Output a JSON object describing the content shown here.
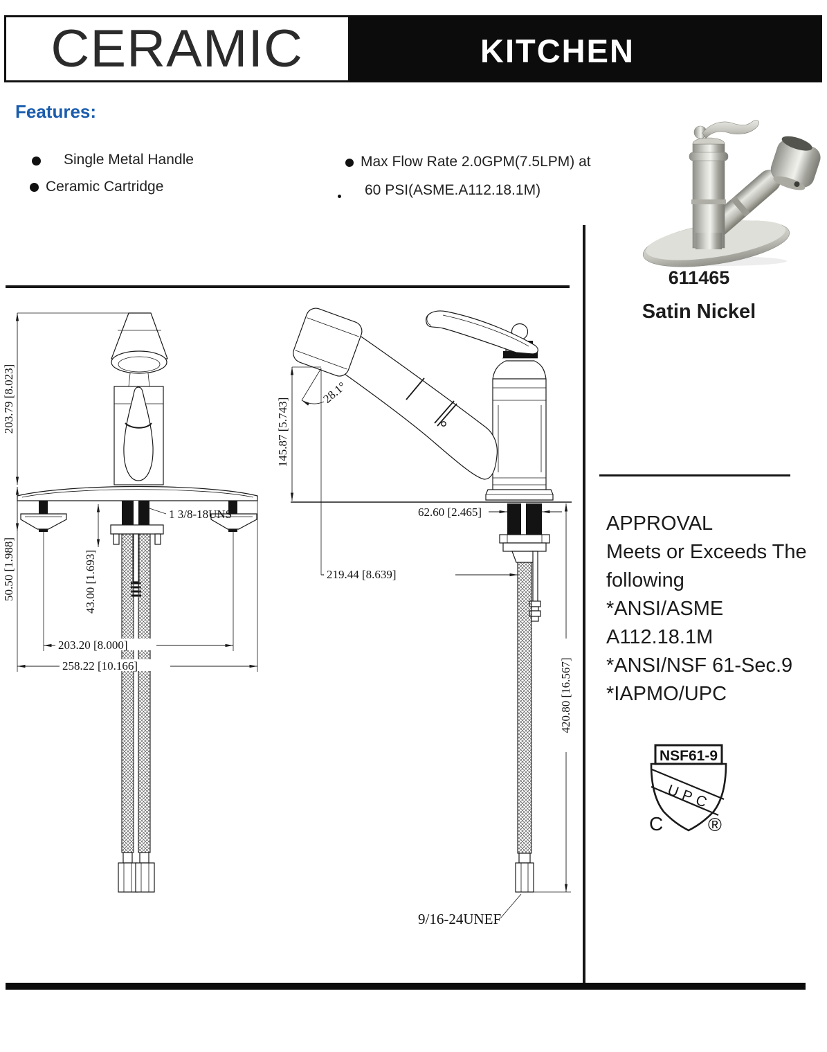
{
  "header": {
    "brand": "CERAMIC",
    "category": "KITCHEN"
  },
  "features": {
    "title": "Features:",
    "item1": "Single Metal Handle",
    "item2": "Ceramic Cartridge",
    "flow_line1": "Max Flow Rate 2.0GPM(7.5LPM) at",
    "flow_line2": "60 PSI(ASME.A112.18.1M)"
  },
  "product": {
    "model": "611465",
    "finish": "Satin Nickel"
  },
  "approval": {
    "title": "APPROVAL",
    "subtitle1": "Meets or Exceeds The",
    "subtitle2": "following",
    "std1": "*ANSI/ASME A112.18.1M",
    "std2": "*ANSI/NSF 61-Sec.9",
    "std3": "*IAPMO/UPC"
  },
  "certification": {
    "top": "NSF61-9",
    "band": "UPC",
    "left": "C",
    "right": "®"
  },
  "front_view": {
    "overall_height": "203.79 [8.023]",
    "hardware_height": "50.50 [1.988]",
    "shank_length": "43.00 [1.693]",
    "shank_thread": "1 3/8-18UNS",
    "hole_spacing": "203.20 [8.000]",
    "deck_width": "258.22 [10.166]"
  },
  "side_view": {
    "spout_height": "145.87 [5.743]",
    "spray_angle": "28.1°",
    "shank_width": "62.60 [2.465]",
    "spout_reach": "219.44 [8.639]",
    "hose_length": "420.80 [16.567]",
    "hose_thread": "9/16-24UNEF"
  }
}
